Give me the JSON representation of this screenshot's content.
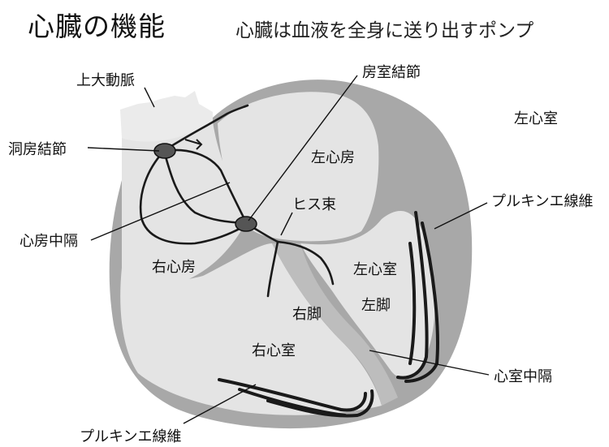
{
  "title": "心臓の機能",
  "subtitle": "心臓は血液を全身に送り出すポンプ",
  "labels": {
    "aorta": "上大動脈",
    "av_node": "房室結節",
    "sa_node": "洞房結節",
    "left_ventricle_outer": "左心室",
    "left_atrium": "左心房",
    "purkinje_right": "プルキンエ線維",
    "his_bundle": "ヒス束",
    "atrial_septum": "心房中隔",
    "right_atrium": "右心房",
    "left_ventricle_inner": "左心室",
    "right_bundle": "右脚",
    "left_bundle": "左脚",
    "right_ventricle": "右心室",
    "ventricular_septum": "心室中隔",
    "purkinje_bottom": "プルキンエ線維"
  },
  "colors": {
    "outer_wall": "#a8a8a8",
    "chamber": "#e4e4e4",
    "aorta": "#ebebeb",
    "conduction": "#1a1a1a",
    "node": "#555555"
  }
}
